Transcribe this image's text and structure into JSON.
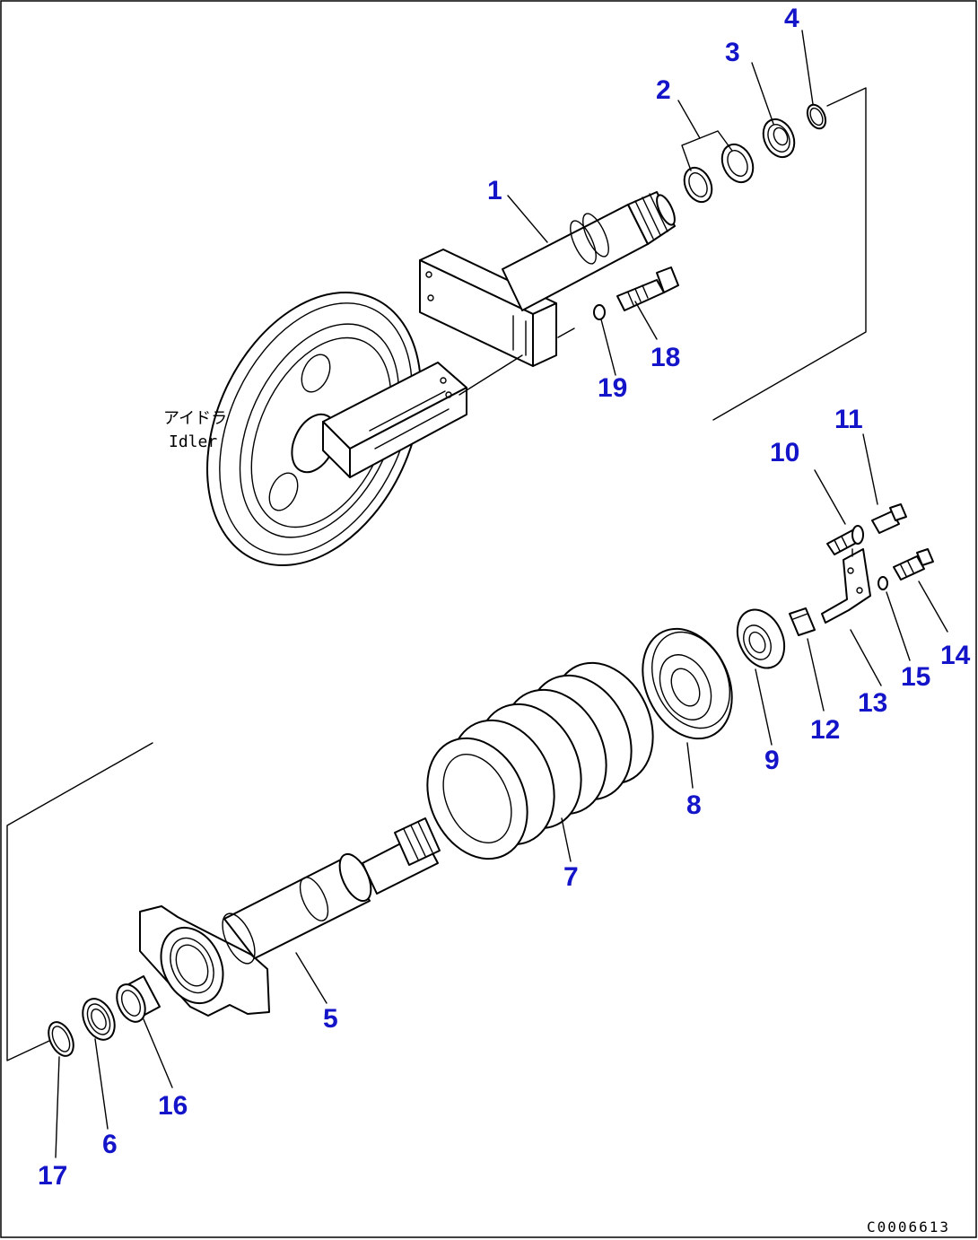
{
  "diagram": {
    "code": "C0006613",
    "idler_label_jp": "アイドラ",
    "idler_label_en": "Idler",
    "callouts": [
      {
        "id": "1",
        "text": "1"
      },
      {
        "id": "2",
        "text": "2"
      },
      {
        "id": "3",
        "text": "3"
      },
      {
        "id": "4",
        "text": "4"
      },
      {
        "id": "5",
        "text": "5"
      },
      {
        "id": "6",
        "text": "6"
      },
      {
        "id": "7",
        "text": "7"
      },
      {
        "id": "8",
        "text": "8"
      },
      {
        "id": "9",
        "text": "9"
      },
      {
        "id": "10",
        "text": "10"
      },
      {
        "id": "11",
        "text": "11"
      },
      {
        "id": "12",
        "text": "12"
      },
      {
        "id": "13",
        "text": "13"
      },
      {
        "id": "14",
        "text": "14"
      },
      {
        "id": "15",
        "text": "15"
      },
      {
        "id": "16",
        "text": "16"
      },
      {
        "id": "17",
        "text": "17"
      },
      {
        "id": "18",
        "text": "18"
      },
      {
        "id": "19",
        "text": "19"
      }
    ],
    "colors": {
      "callout": "#1414c8",
      "line": "#000000",
      "background": "#ffffff"
    }
  }
}
